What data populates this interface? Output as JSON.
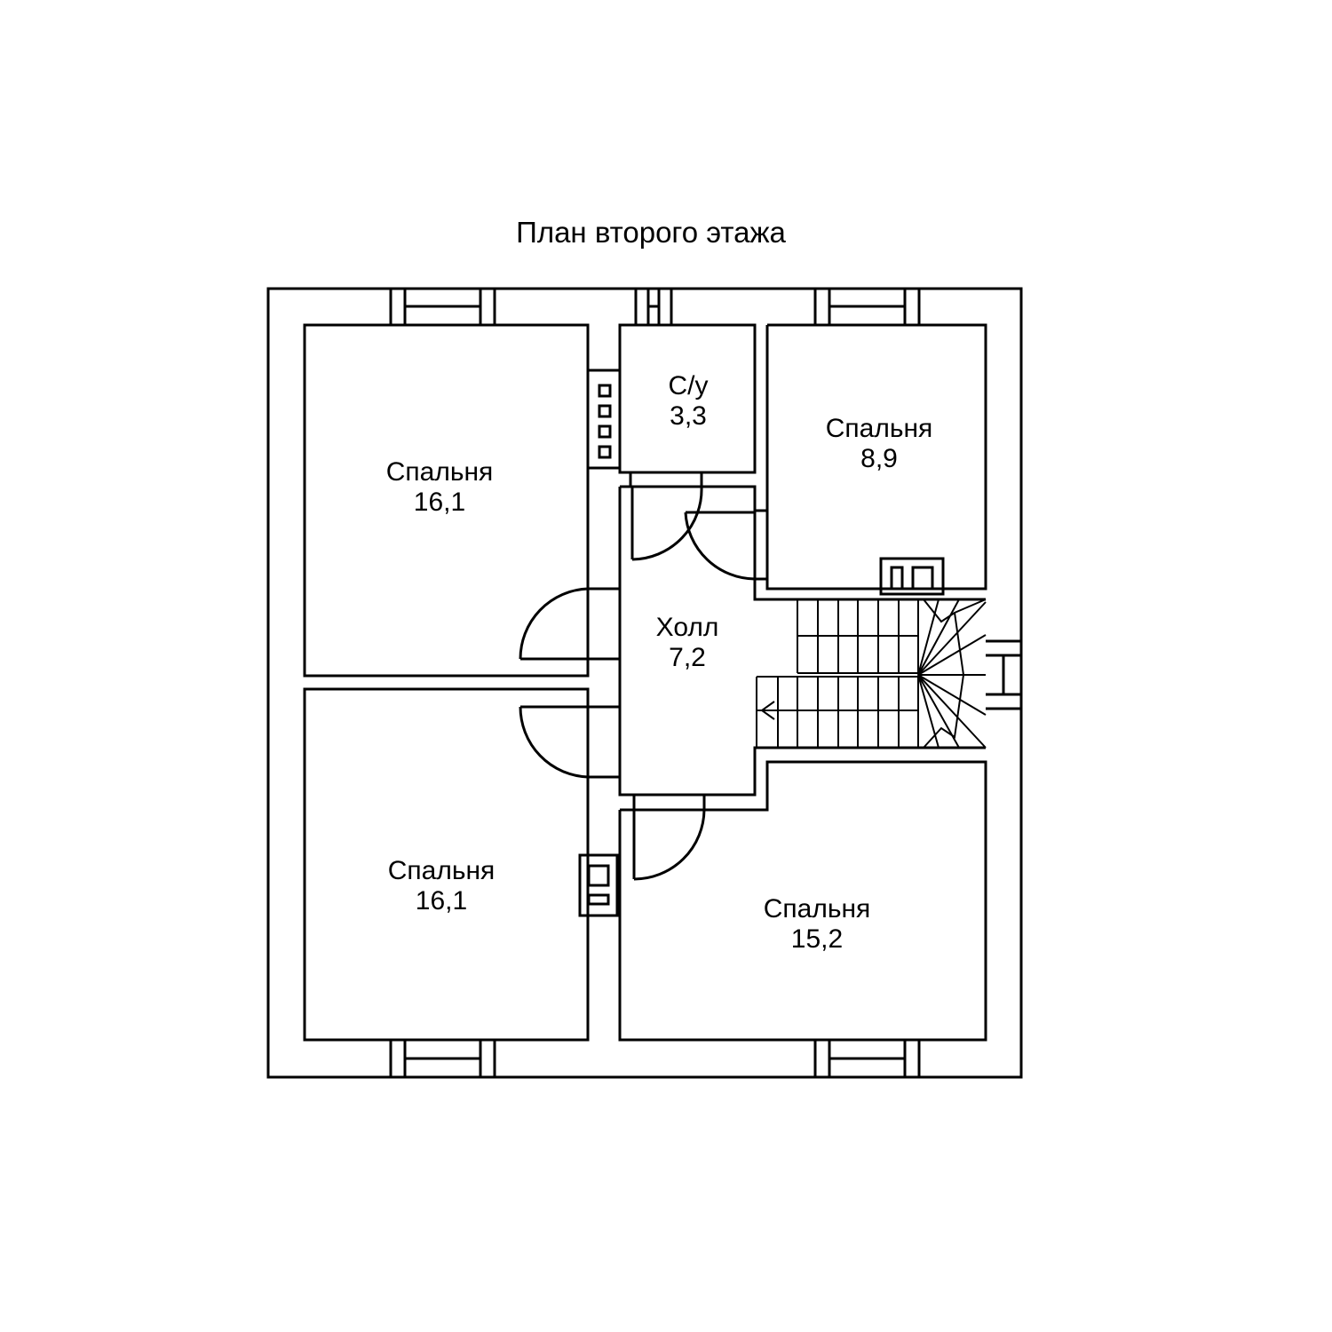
{
  "title": "План второго этажа",
  "rooms": {
    "bedroom_nw": {
      "name": "Спальня",
      "area": "16,1"
    },
    "wc": {
      "name": "С/у",
      "area": "3,3"
    },
    "bedroom_ne": {
      "name": "Спальня",
      "area": "8,9"
    },
    "hall": {
      "name": "Холл",
      "area": "7,2"
    },
    "bedroom_sw": {
      "name": "Спальня",
      "area": "16,1"
    },
    "bedroom_se": {
      "name": "Спальня",
      "area": "15,2"
    }
  },
  "colors": {
    "line": "#000000",
    "background": "#ffffff"
  }
}
